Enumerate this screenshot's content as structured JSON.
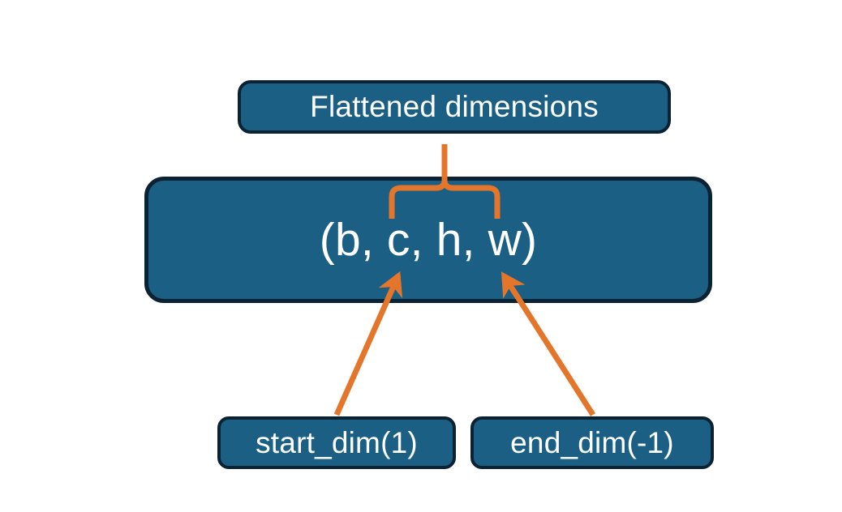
{
  "diagram": {
    "title_text": "Flattened dimensions",
    "nodes": {
      "flattened": {
        "label": "Flattened dimensions"
      },
      "tuple": {
        "label": "(b, c, h, w)"
      },
      "start_dim": {
        "label": "start_dim(1)"
      },
      "end_dim": {
        "label": "end_dim(-1)"
      }
    },
    "connectors": {
      "brace": {
        "name": "curly-brace-connector",
        "from": "tuple-dims-c-h-w",
        "to": "flattened"
      },
      "arrow_start_dim": {
        "name": "arrow-start-dim-to-c",
        "from": "start_dim",
        "to": "tuple"
      },
      "arrow_end_dim": {
        "name": "arrow-end-dim-to-w",
        "from": "end_dim",
        "to": "tuple"
      }
    },
    "colors": {
      "box_fill": "#1b6084",
      "box_border": "#0b2233",
      "text": "#ffffff",
      "accent_orange": "#e3762b",
      "background": "#ffffff"
    }
  }
}
